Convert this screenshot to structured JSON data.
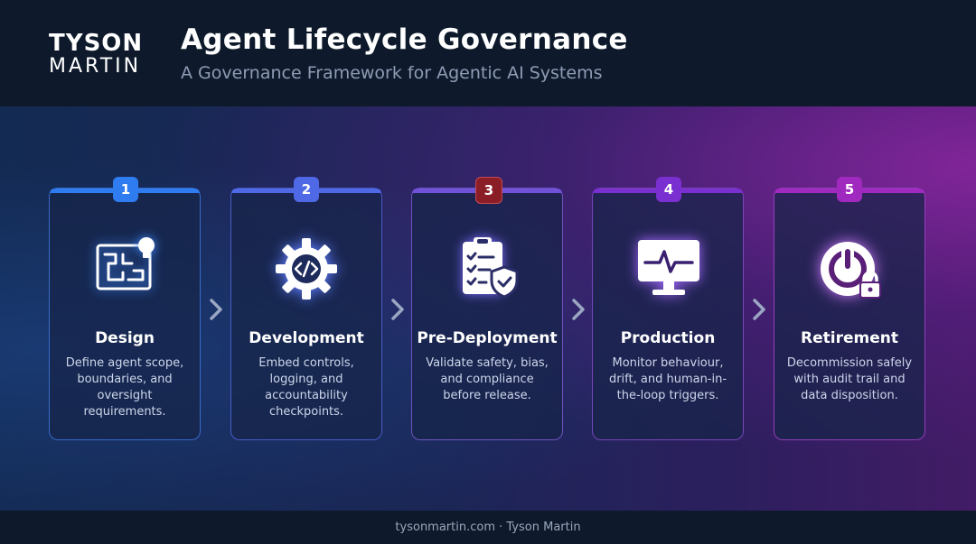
{
  "header": {
    "logo_top": "TYSON",
    "logo_bottom": "MARTIN",
    "title": "Agent Lifecycle Governance",
    "subtitle": "A Governance Framework for Agentic AI Systems"
  },
  "stages": [
    {
      "number": "1",
      "title": "Design",
      "description": "Define agent scope, boundaries, and oversight requirements.",
      "icon": "blueprint-lightbulb-icon",
      "accent": "#2f7bf0"
    },
    {
      "number": "2",
      "title": "Development",
      "description": "Embed controls, logging, and accountability checkpoints.",
      "icon": "gear-code-icon",
      "accent": "#4f68e6"
    },
    {
      "number": "3",
      "title": "Pre-Deployment",
      "description": "Validate safety, bias, and compliance before release.",
      "icon": "checklist-shield-icon",
      "accent": "#8a1d25"
    },
    {
      "number": "4",
      "title": "Production",
      "description": "Monitor behaviour, drift, and human-in-the-loop triggers.",
      "icon": "monitor-pulse-icon",
      "accent": "#7a2fd0"
    },
    {
      "number": "5",
      "title": "Retirement",
      "description": "Decommission safely with audit trail and data disposition.",
      "icon": "power-lock-icon",
      "accent": "#a02ac0"
    }
  ],
  "footer": {
    "text": "tysonmartin.com · Tyson Martin"
  }
}
